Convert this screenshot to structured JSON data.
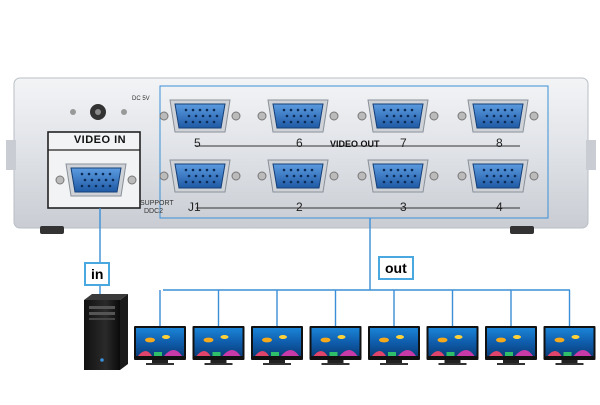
{
  "device": {
    "video_in_label": "VIDEO IN",
    "video_out_label": "VIDEO OUT",
    "dc_label": "DC 5V",
    "support_label_1": "SUPPORT",
    "support_label_2": "DDC2",
    "top_row_numbers": [
      "5",
      "6",
      "7",
      "8"
    ],
    "bottom_row_numbers": [
      "J1",
      "2",
      "3",
      "4"
    ],
    "body_color": "#d9dde3",
    "panel_color": "#e9ecf0",
    "port_color": "#2f6fb6"
  },
  "diagram": {
    "in_label": "in",
    "out_label": "out",
    "wire_color": "#3b8fd6",
    "monitor_count": 8
  }
}
